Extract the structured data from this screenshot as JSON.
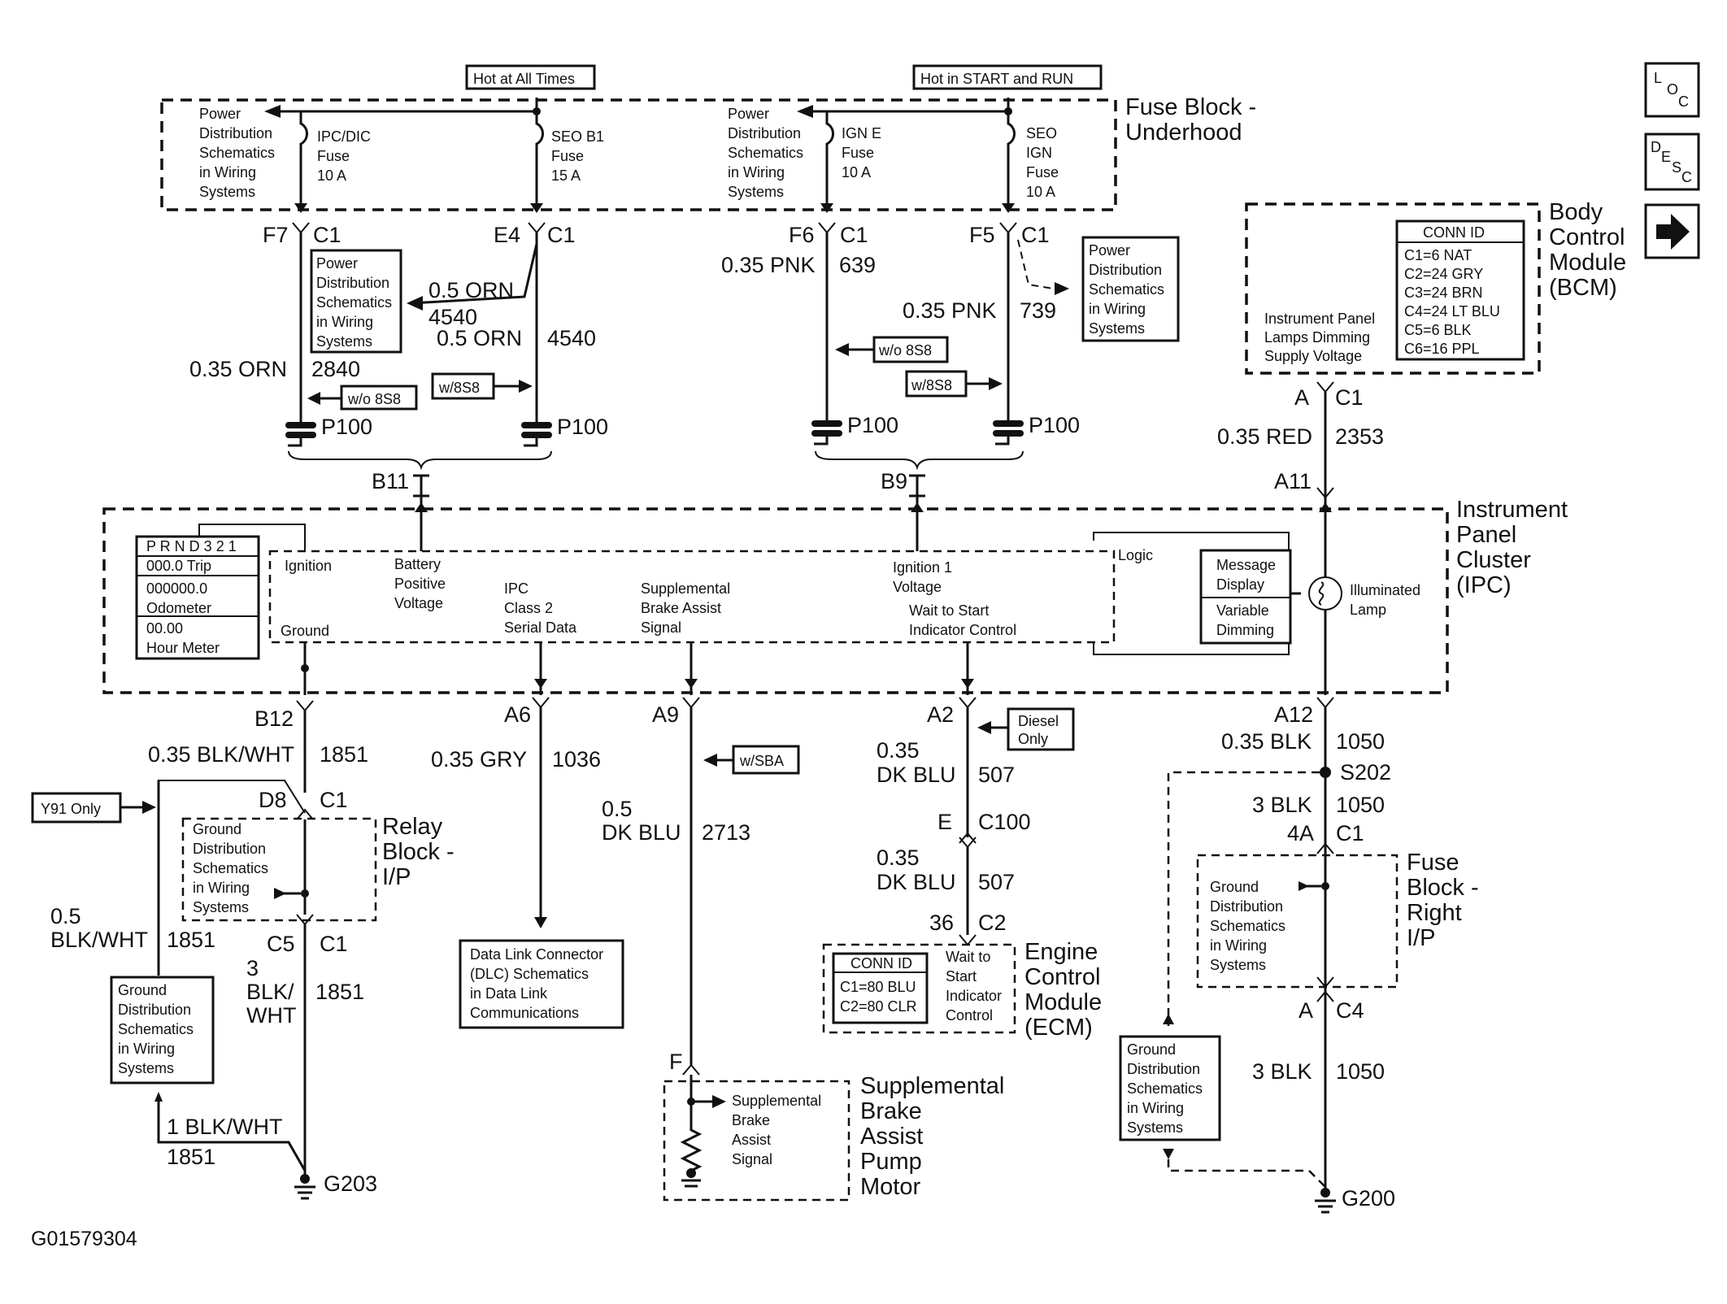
{
  "supply": {
    "hot_all": "Hot at All Times",
    "hot_start_run": "Hot in START and RUN"
  },
  "fuse_block_uh": {
    "name": "Fuse Block -",
    "name2": "Underhood",
    "pds": [
      "Power",
      "Distribution",
      "Schematics",
      "in Wiring",
      "Systems"
    ],
    "f1": [
      "IPC/DIC",
      "Fuse",
      "10 A"
    ],
    "f2": [
      "SEO B1",
      "Fuse",
      "15 A"
    ],
    "f3": [
      "IGN E",
      "Fuse",
      "10 A"
    ],
    "f4": [
      "SEO",
      "IGN",
      "Fuse",
      "10 A"
    ]
  },
  "conn": {
    "f7": "F7",
    "e4": "E4",
    "f6": "F6",
    "f5": "F5",
    "c1": "C1"
  },
  "wire": {
    "orn035": "0.35 ORN",
    "n2840": "2840",
    "orn05": "0.5 ORN",
    "n4540": "4540",
    "pnk035": "0.35 PNK",
    "n639": "639",
    "n739": "739",
    "red035": "0.35 RED",
    "n2353": "2353",
    "blkwht035": "0.35 BLK/WHT",
    "n1851": "1851",
    "gry035": "0.35 GRY",
    "n1036": "1036",
    "v05": "0.5",
    "dkblu": "DK BLU",
    "n2713": "2713",
    "v035": "0.35",
    "n507": "507",
    "blk035": "0.35 BLK",
    "n1050": "1050",
    "blk3": "3 BLK",
    "blkwht": "BLK/WHT",
    "v3": "3",
    "blk_": "BLK/",
    "wht": "WHT",
    "blkwht1": "1 BLK/WHT"
  },
  "opt": {
    "wo8s8": "w/o 8S8",
    "w8s8": "w/8S8",
    "wsba": "w/SBA",
    "y91": "Y91 Only",
    "diesel": [
      "Diesel",
      "Only"
    ]
  },
  "splice": {
    "p100": "P100",
    "s202": "S202"
  },
  "ipc_conn": {
    "b11": "B11",
    "b9": "B9",
    "a11": "A11",
    "b12": "B12",
    "a6": "A6",
    "a9": "A9",
    "a2": "A2",
    "a12": "A12"
  },
  "bcm": {
    "name": [
      "Body",
      "Control",
      "Module",
      "(BCM)"
    ],
    "conn_header": "CONN ID",
    "conn_list": [
      "C1=6 NAT",
      "C2=24 GRY",
      "C3=24 BRN",
      "C4=24 LT BLU",
      "C5=6 BLK",
      "C6=16 PPL"
    ],
    "signal": [
      "Instrument Panel",
      "Lamps Dimming",
      "Supply Voltage"
    ],
    "pin": "A",
    "conn": "C1"
  },
  "ipc": {
    "name": [
      "Instrument",
      "Panel",
      "Cluster",
      "(IPC)"
    ],
    "display": [
      "P R N D 3 2 1",
      "000.0 Trip",
      "000000.0",
      "Odometer",
      "00.00",
      "Hour Meter"
    ],
    "ignition": "Ignition",
    "ground": "Ground",
    "battery": [
      "Battery",
      "Positive",
      "Voltage"
    ],
    "serial": [
      "IPC",
      "Class 2",
      "Serial Data"
    ],
    "brake": [
      "Supplemental",
      "Brake Assist",
      "Signal"
    ],
    "ign1": [
      "Ignition 1",
      "Voltage"
    ],
    "wait": [
      "Wait to Start",
      "Indicator Control"
    ],
    "logic": "Logic",
    "msg": [
      "Message",
      "Display"
    ],
    "dim": [
      "Variable",
      "Dimming"
    ],
    "lamp": [
      "Illuminated",
      "Lamp"
    ]
  },
  "relay_block": {
    "name": [
      "Relay",
      "Block -",
      "I/P"
    ],
    "d8": "D8",
    "c5": "C5",
    "gds": [
      "Ground",
      "Distribution",
      "Schematics",
      "in Wiring",
      "Systems"
    ]
  },
  "dlc": [
    "Data Link Connector",
    "(DLC) Schematics",
    "in Data Link",
    "Communications"
  ],
  "ecm": {
    "name": [
      "Engine",
      "Control",
      "Module",
      "(ECM)"
    ],
    "conn_header": "CONN ID",
    "conn_list": [
      "C1=80 BLU",
      "C2=80 CLR"
    ],
    "signal": [
      "Wait to",
      "Start",
      "Indicator",
      "Control"
    ],
    "e": "E",
    "c100": "C100",
    "p36": "36",
    "c2": "C2"
  },
  "sba": {
    "name": [
      "Supplemental",
      "Brake",
      "Assist",
      "Pump",
      "Motor"
    ],
    "signal": [
      "Supplemental",
      "Brake",
      "Assist",
      "Signal"
    ],
    "f": "F"
  },
  "fuse_block_rip": {
    "name": [
      "Fuse",
      "Block -",
      "Right",
      "I/P"
    ],
    "c4a": "4A",
    "c1": "C1",
    "a": "A",
    "c4": "C4"
  },
  "ground": {
    "g203": "G203",
    "g200": "G200"
  },
  "figure_id": "G01579304",
  "side_icons": {
    "loc": [
      "L",
      "O",
      "C"
    ],
    "desc": [
      "D",
      "E",
      "S",
      "C"
    ],
    "next": "right-arrow-icon"
  }
}
